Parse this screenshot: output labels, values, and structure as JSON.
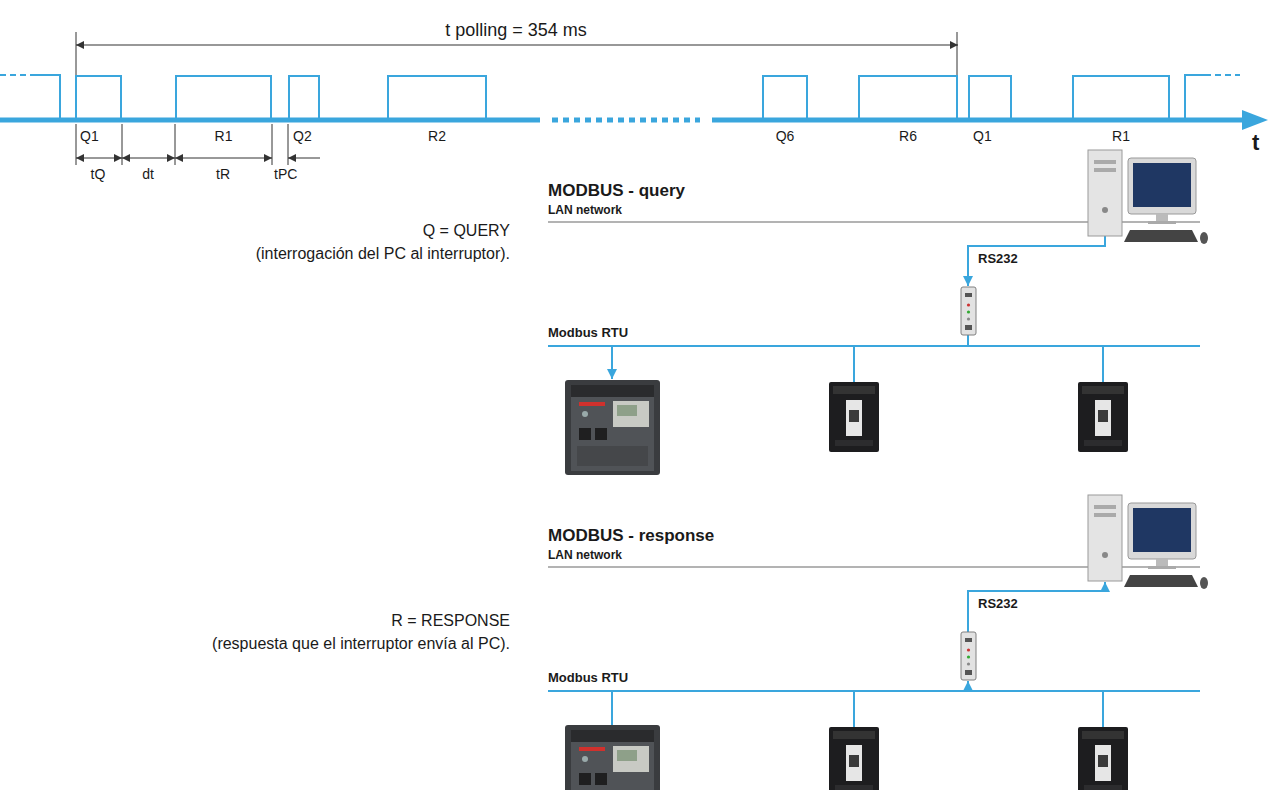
{
  "diagram": {
    "nodes": [
      {
        "text": [
          "Q1"
        ]
      },
      {
        "text": [
          "R1"
        ]
      },
      {
        "text": [
          "Q2"
        ]
      },
      {
        "text": [
          "R2"
        ]
      },
      {
        "text": [
          "Q6"
        ]
      },
      {
        "text": [
          "R6"
        ]
      },
      {
        "text": [
          "Q1"
        ]
      },
      {
        "text": [
          "R1"
        ]
      }
    ],
    "labels": [
      "t polling = 354 ms",
      "tQ",
      "dt",
      "tR",
      "tPC",
      "t",
      "Q = QUERY",
      "(interrogación del PC al interruptor).",
      "MODBUS - query",
      "LAN network",
      "RS232",
      "Modbus RTU",
      "R = RESPONSE",
      "(respuesta que el interruptor envía al PC).",
      "MODBUS - response",
      "LAN network",
      "RS232",
      "Modbus RTU"
    ]
  }
}
